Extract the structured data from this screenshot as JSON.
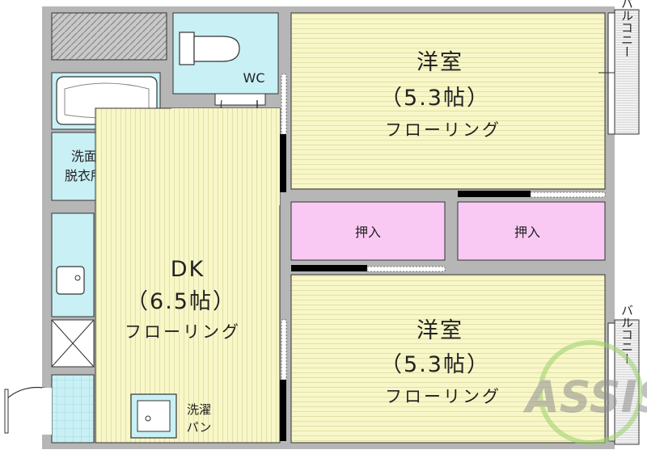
{
  "rooms": {
    "western_top": {
      "name": "洋室",
      "size": "（5.3帖）",
      "floor": "フローリング"
    },
    "western_bottom": {
      "name": "洋室",
      "size": "（5.3帖）",
      "floor": "フローリング"
    },
    "dk": {
      "name": "DK",
      "size": "（6.5帖）",
      "floor": "フローリング"
    },
    "wc": {
      "name": "WC"
    },
    "washroom": {
      "line1": "洗面",
      "line2": "脱衣所"
    },
    "closet_left": {
      "name": "押入"
    },
    "closet_right": {
      "name": "押入"
    },
    "balcony_top": {
      "name": "バルコニー"
    },
    "balcony_bottom": {
      "name": "バルコニー"
    },
    "laundry": {
      "line1": "洗濯",
      "line2": "パン"
    }
  },
  "colors": {
    "room_fill": "#f8f7c8",
    "wet_fill": "#c8f0f5",
    "closet_fill": "#f9c9f3",
    "wall": "#b6b6b6"
  },
  "logo": {
    "text": "ASSIST"
  }
}
